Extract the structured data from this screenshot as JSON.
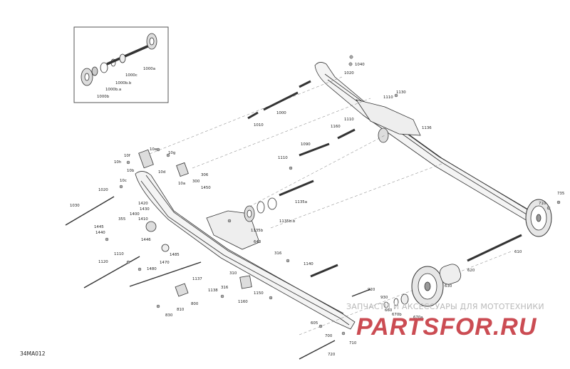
{
  "diagram_code": "34MA012",
  "watermark": {
    "tagline": "ЗАПЧАСТИ И АКСЕССУАРЫ ДЛЯ МОТОТЕХНИКИ",
    "logo_text": "PARTSFOR.RU",
    "brand_color": "#c0262e"
  },
  "labels": [
    {
      "id": "1000a",
      "text": "1000a"
    },
    {
      "id": "1000c",
      "text": "1000c"
    },
    {
      "id": "1000bb",
      "text": "1000b.b"
    },
    {
      "id": "1000ba",
      "text": "1000b.a"
    },
    {
      "id": "1000b",
      "text": "1000b"
    },
    {
      "id": "1040",
      "text": "1040"
    },
    {
      "id": "1020",
      "text": "1020"
    },
    {
      "id": "1130",
      "text": "1130"
    },
    {
      "id": "1110a",
      "text": "1110"
    },
    {
      "id": "1000",
      "text": "1000"
    },
    {
      "id": "1010",
      "text": "1010"
    },
    {
      "id": "1110b",
      "text": "1110"
    },
    {
      "id": "1160a",
      "text": "1160"
    },
    {
      "id": "1136",
      "text": "1136"
    },
    {
      "id": "1090",
      "text": "1090"
    },
    {
      "id": "1110c",
      "text": "1110"
    },
    {
      "id": "10e",
      "text": "10e"
    },
    {
      "id": "10g",
      "text": "10g"
    },
    {
      "id": "10f",
      "text": "10f"
    },
    {
      "id": "10h",
      "text": "10h"
    },
    {
      "id": "10b",
      "text": "10b"
    },
    {
      "id": "10c",
      "text": "10c"
    },
    {
      "id": "10a",
      "text": "10a"
    },
    {
      "id": "10d",
      "text": "10d"
    },
    {
      "id": "306",
      "text": "306"
    },
    {
      "id": "300",
      "text": "300"
    },
    {
      "id": "1450",
      "text": "1450"
    },
    {
      "id": "1020b",
      "text": "1020"
    },
    {
      "id": "1135a",
      "text": "1135a"
    },
    {
      "id": "1420",
      "text": "1420"
    },
    {
      "id": "1430",
      "text": "1430"
    },
    {
      "id": "1400",
      "text": "1400"
    },
    {
      "id": "1410",
      "text": "1410"
    },
    {
      "id": "1030",
      "text": "1030"
    },
    {
      "id": "355",
      "text": "355"
    },
    {
      "id": "1135bb",
      "text": "1135b.b"
    },
    {
      "id": "1135b",
      "text": "1135b"
    },
    {
      "id": "1440",
      "text": "1440"
    },
    {
      "id": "1445",
      "text": "1445"
    },
    {
      "id": "640",
      "text": "640"
    },
    {
      "id": "1446",
      "text": "1446"
    },
    {
      "id": "1485",
      "text": "1485"
    },
    {
      "id": "316a",
      "text": "316"
    },
    {
      "id": "1110d",
      "text": "1110"
    },
    {
      "id": "1120",
      "text": "1120"
    },
    {
      "id": "1480",
      "text": "1480"
    },
    {
      "id": "1470",
      "text": "1470"
    },
    {
      "id": "1140",
      "text": "1140"
    },
    {
      "id": "1137",
      "text": "1137"
    },
    {
      "id": "310",
      "text": "310"
    },
    {
      "id": "1138",
      "text": "1138"
    },
    {
      "id": "316b",
      "text": "316"
    },
    {
      "id": "1150",
      "text": "1150"
    },
    {
      "id": "1160b",
      "text": "1160"
    },
    {
      "id": "800",
      "text": "800"
    },
    {
      "id": "810",
      "text": "810"
    },
    {
      "id": "830",
      "text": "830"
    },
    {
      "id": "920",
      "text": "920"
    },
    {
      "id": "930",
      "text": "930"
    },
    {
      "id": "660",
      "text": "660"
    },
    {
      "id": "670b",
      "text": "670b"
    },
    {
      "id": "670a",
      "text": "670a"
    },
    {
      "id": "630",
      "text": "630"
    },
    {
      "id": "620",
      "text": "620"
    },
    {
      "id": "610",
      "text": "610"
    },
    {
      "id": "710a",
      "text": "710"
    },
    {
      "id": "735",
      "text": "735"
    },
    {
      "id": "605",
      "text": "605"
    },
    {
      "id": "700",
      "text": "700"
    },
    {
      "id": "710b",
      "text": "710"
    },
    {
      "id": "720",
      "text": "720"
    }
  ]
}
